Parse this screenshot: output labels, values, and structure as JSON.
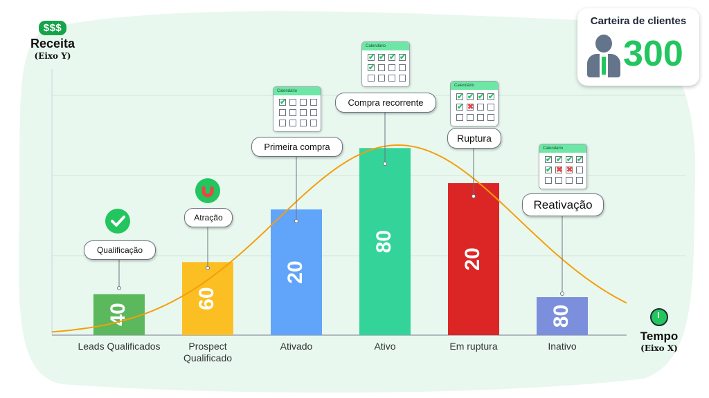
{
  "y_axis": {
    "icon_text": "$$$",
    "label": "Receita",
    "sublabel": "(Eixo Y)"
  },
  "x_axis": {
    "label": "Tempo",
    "sublabel": "(Eixo X)"
  },
  "kpi": {
    "title": "Carteira de clientes",
    "value": "300"
  },
  "chart_data": {
    "type": "bar",
    "categories": [
      "Leads Qualificados",
      "Prospect Qualificado",
      "Ativado",
      "Ativo",
      "Em ruptura",
      "Inativo"
    ],
    "values": [
      40,
      60,
      20,
      80,
      20,
      80
    ],
    "bar_heights_relative": [
      14,
      25,
      43,
      64,
      52,
      13
    ],
    "colors": [
      "#5cb85c",
      "#fbbf24",
      "#60a5fa",
      "#34d399",
      "#dc2626",
      "#7c8fdc"
    ],
    "stages": [
      "Qualificação",
      "Atração",
      "Primeira compra",
      "Compra recorrente",
      "Ruptura",
      "Reativação"
    ],
    "curve": "bell",
    "curve_color": "#f59e0b"
  }
}
